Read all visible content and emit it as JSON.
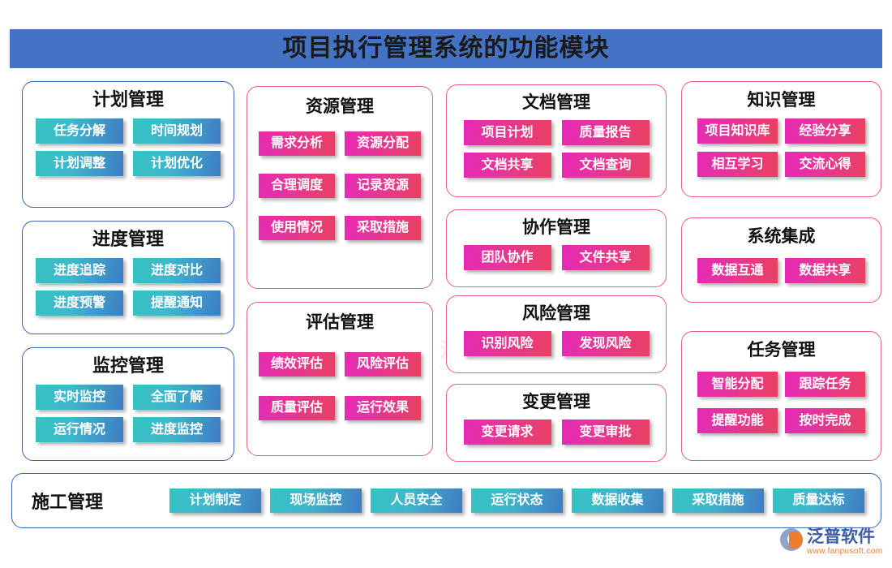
{
  "header": {
    "title": "项目执行管理系统的功能模块",
    "bar_color": "#4472c4"
  },
  "theme": {
    "blue_border": "#3a64b0",
    "pink_border": "#e8607f",
    "teal_tag_from": "#35c2c2",
    "teal_tag_to": "#3f7cc4",
    "magenta_tag_from": "#e52ab4",
    "magenta_tag_to": "#ea4060"
  },
  "watermark": {
    "cn": "泛普软件",
    "en": "FANPU SOFTWARE"
  },
  "logo": {
    "cn": "泛普软件",
    "url": "www.fanpusoft.com"
  },
  "cards": {
    "plan": {
      "title": "计划管理",
      "tags": [
        "任务分解",
        "时间规划",
        "计划调整",
        "计划优化"
      ]
    },
    "progress": {
      "title": "进度管理",
      "tags": [
        "进度追踪",
        "进度对比",
        "进度预警",
        "提醒通知"
      ]
    },
    "monitor": {
      "title": "监控管理",
      "tags": [
        "实时监控",
        "全面了解",
        "运行情况",
        "进度监控"
      ]
    },
    "resource": {
      "title": "资源管理",
      "tags": [
        "需求分析",
        "资源分配",
        "合理调度",
        "记录资源",
        "使用情况",
        "采取措施"
      ]
    },
    "eval": {
      "title": "评估管理",
      "tags": [
        "绩效评估",
        "风险评估",
        "质量评估",
        "运行效果"
      ]
    },
    "doc": {
      "title": "文档管理",
      "tags": [
        "项目计划",
        "质量报告",
        "文档共享",
        "文档查询"
      ]
    },
    "collab": {
      "title": "协作管理",
      "tags": [
        "团队协作",
        "文件共享"
      ]
    },
    "risk": {
      "title": "风险管理",
      "tags": [
        "识别风险",
        "发现风险"
      ]
    },
    "change": {
      "title": "变更管理",
      "tags": [
        "变更请求",
        "变更审批"
      ]
    },
    "knowledge": {
      "title": "知识管理",
      "tags": [
        "项目知识库",
        "经验分享",
        "相互学习",
        "交流心得"
      ]
    },
    "sysint": {
      "title": "系统集成",
      "tags": [
        "数据互通",
        "数据共享"
      ]
    },
    "task": {
      "title": "任务管理",
      "tags": [
        "智能分配",
        "跟踪任务",
        "提醒功能",
        "按时完成"
      ]
    },
    "construction": {
      "title": "施工管理",
      "tags": [
        "计划制定",
        "现场监控",
        "人员安全",
        "运行状态",
        "数据收集",
        "采取措施",
        "质量达标"
      ]
    }
  }
}
